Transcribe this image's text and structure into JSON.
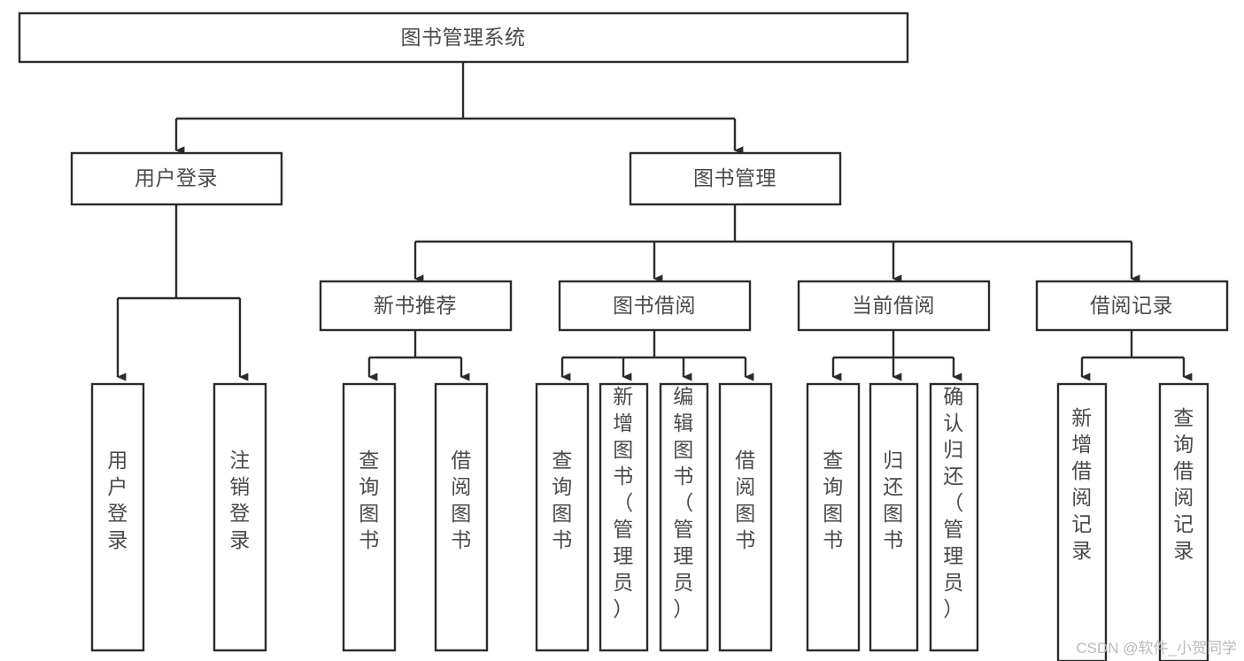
{
  "diagram": {
    "type": "tree",
    "title": "图书管理系统",
    "watermark": "CSDN @软件_小贺同学",
    "colors": {
      "stroke": "#2b2b2b",
      "text": "#4a4a4a",
      "background": "#ffffff",
      "watermark": "#b9b9b9"
    },
    "root": {
      "label": "图书管理系统",
      "orientation": "horizontal"
    },
    "level2": [
      {
        "label": "用户登录",
        "orientation": "horizontal"
      },
      {
        "label": "图书管理",
        "orientation": "horizontal"
      }
    ],
    "level3": [
      {
        "label": "新书推荐",
        "orientation": "horizontal"
      },
      {
        "label": "图书借阅",
        "orientation": "horizontal"
      },
      {
        "label": "当前借阅",
        "orientation": "horizontal"
      },
      {
        "label": "借阅记录",
        "orientation": "horizontal"
      }
    ],
    "leaves": {
      "user_login": [
        {
          "label": "用户登录",
          "orientation": "vertical"
        },
        {
          "label": "注销登录",
          "orientation": "vertical"
        }
      ],
      "new_book_recommend": [
        {
          "label": "查询图书",
          "orientation": "vertical"
        },
        {
          "label": "借阅图书",
          "orientation": "vertical"
        }
      ],
      "book_borrow": [
        {
          "label": "查询图书",
          "orientation": "vertical"
        },
        {
          "label": "新增图书（管理员）",
          "orientation": "vertical"
        },
        {
          "label": "编辑图书（管理员）",
          "orientation": "vertical"
        },
        {
          "label": "借阅图书",
          "orientation": "vertical"
        }
      ],
      "current_borrow": [
        {
          "label": "查询图书",
          "orientation": "vertical"
        },
        {
          "label": "归还图书",
          "orientation": "vertical"
        },
        {
          "label": "确认归还（管理员）",
          "orientation": "vertical"
        }
      ],
      "borrow_record": [
        {
          "label": "新增借阅记录",
          "orientation": "vertical"
        },
        {
          "label": "查询借阅记录",
          "orientation": "vertical"
        }
      ]
    }
  }
}
